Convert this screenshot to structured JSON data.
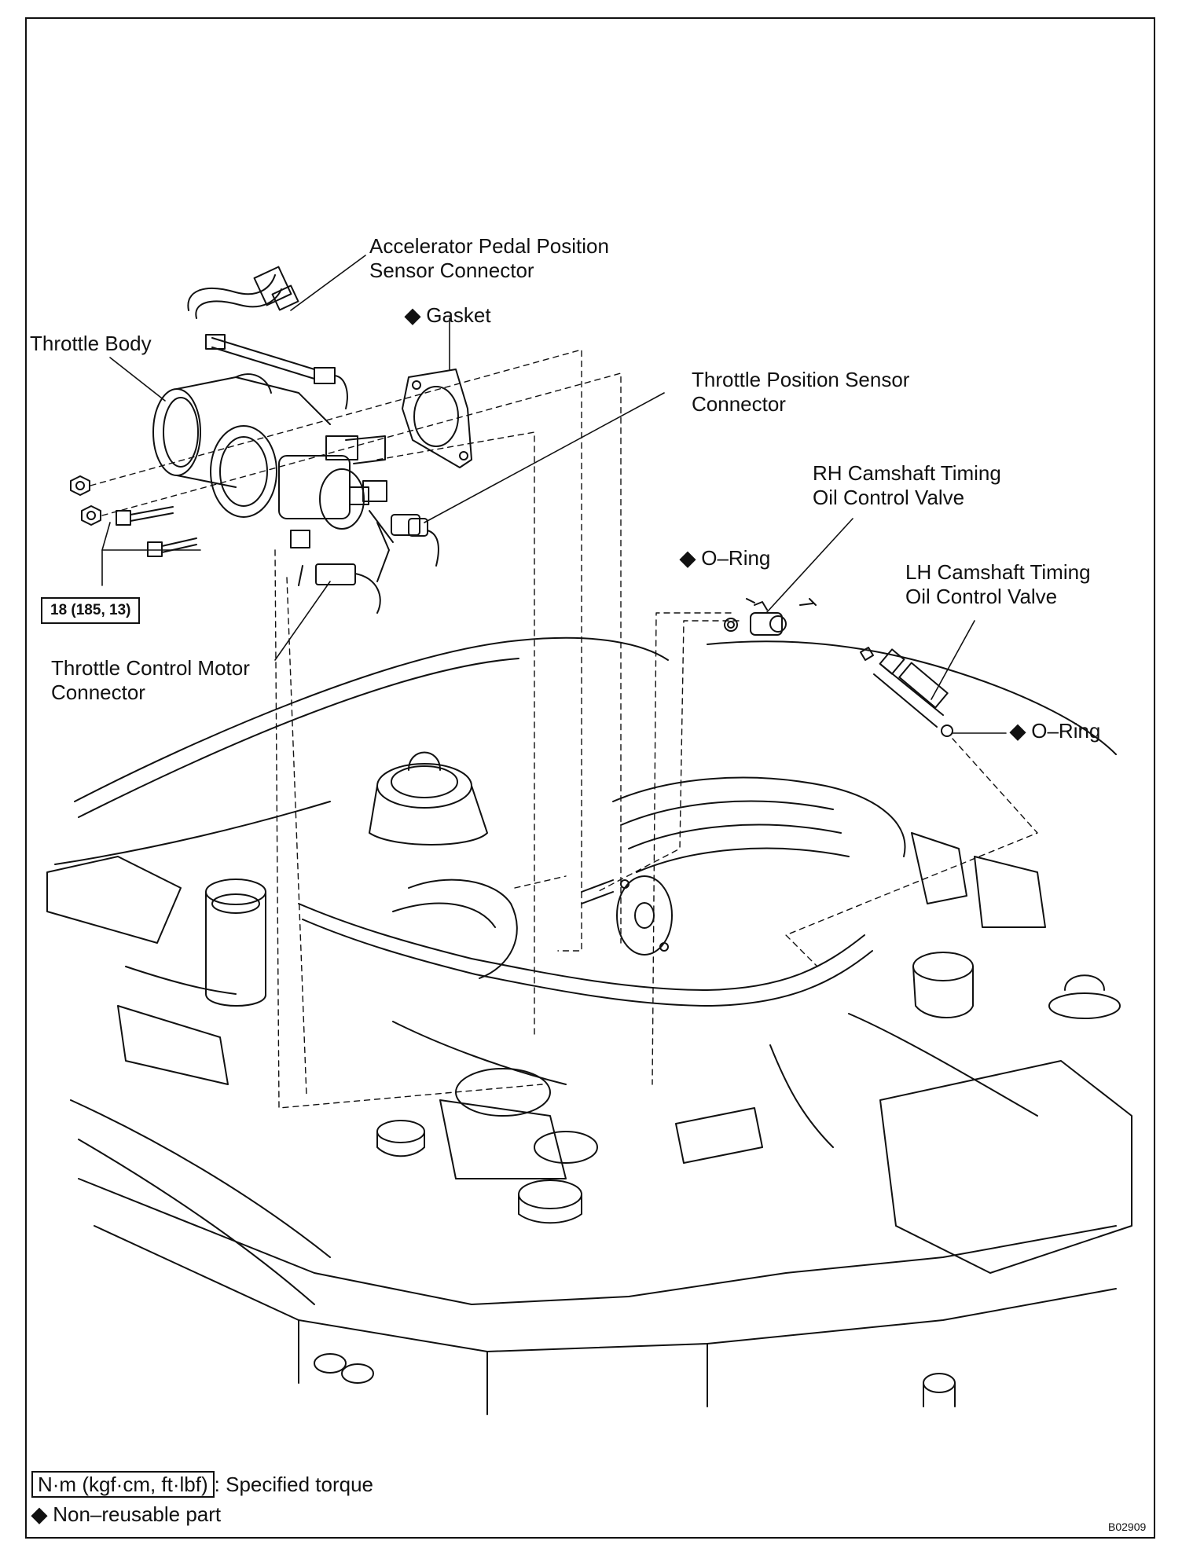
{
  "labels": {
    "accelerator_sensor": [
      "Accelerator Pedal Position",
      "Sensor Connector"
    ],
    "gasket": "Gasket",
    "throttle_body": "Throttle Body",
    "throttle_position_sensor": [
      "Throttle Position Sensor",
      "Connector"
    ],
    "rh_camshaft_valve": [
      "RH Camshaft Timing",
      "Oil Control Valve"
    ],
    "o_ring_rh": "O–Ring",
    "lh_camshaft_valve": [
      "LH Camshaft Timing",
      "Oil Control Valve"
    ],
    "o_ring_lh": "O–Ring",
    "throttle_control_motor": [
      "Throttle Control Motor",
      "Connector"
    ]
  },
  "torque_spec": "18 (185, 13)",
  "legend": {
    "torque_unit": "N·m (kgf·cm, ft·lbf)",
    "torque_text": ": Specified torque",
    "nonreusable_text": "Non–reusable part",
    "diamond_symbol": "◆"
  },
  "figure_code": "B02909"
}
